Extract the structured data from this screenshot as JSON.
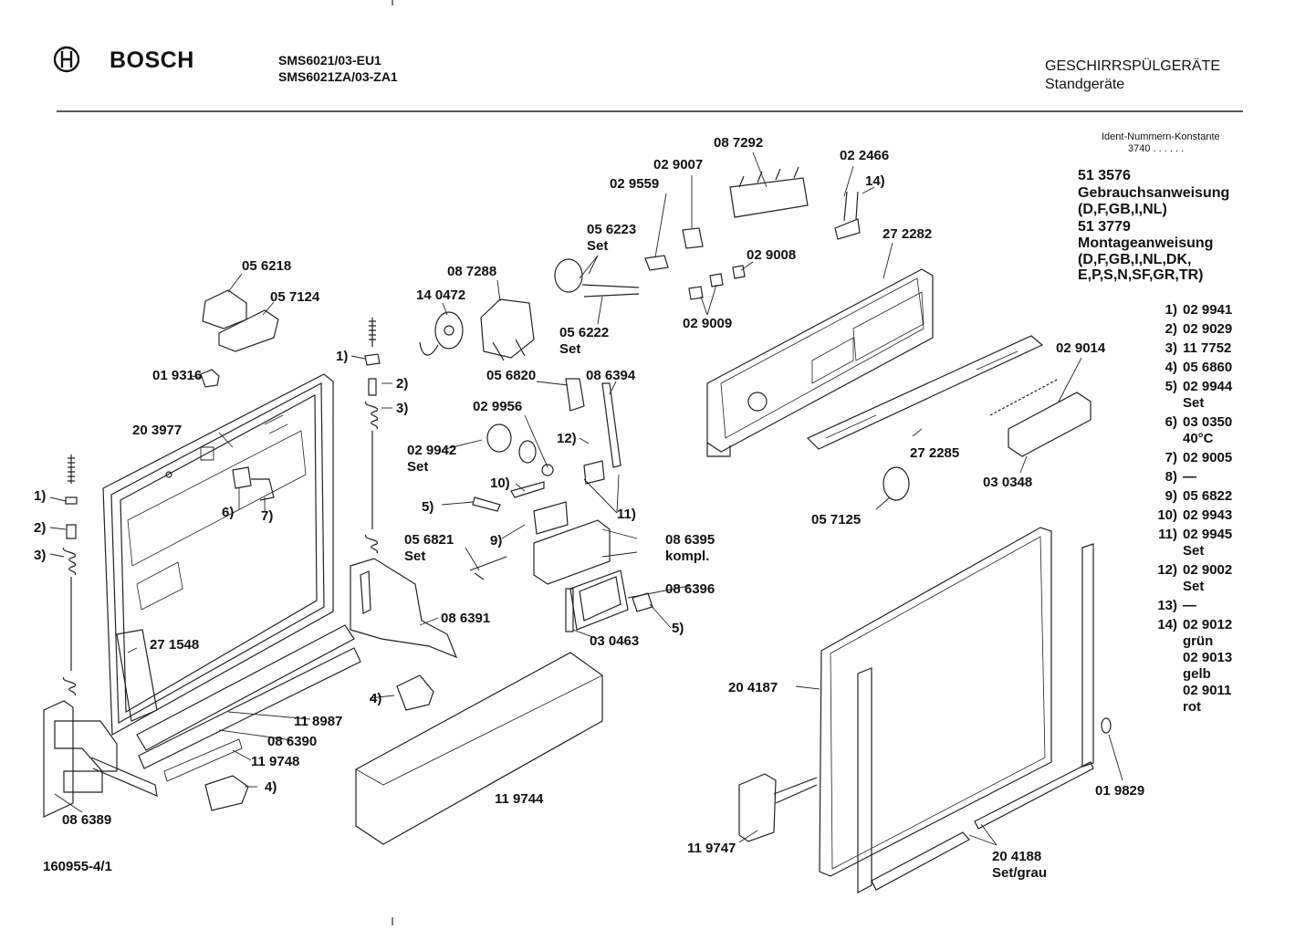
{
  "header": {
    "brand": "BOSCH",
    "models": [
      "SMS6021/03-EU1",
      "SMS6021ZA/03-ZA1"
    ],
    "category": "GESCHIRRSPÜLGERÄTE",
    "subcategory": "Standgeräte"
  },
  "ident": {
    "label": "Ident-Nummern-Konstante",
    "value": "3740  . .  . . . ."
  },
  "documents": [
    {
      "code": "51 3576",
      "title": "Gebrauchsanweisung",
      "langs": "(D,F,GB,I,NL)"
    },
    {
      "code": "51 3779",
      "title": "Montageanweisung",
      "langs": "(D,F,GB,I,NL,DK,",
      "langs2": "E,P,S,N,SF,GR,TR)"
    }
  ],
  "legend": [
    {
      "num": "1)",
      "lines": [
        "02 9941"
      ]
    },
    {
      "num": "2)",
      "lines": [
        "02 9029"
      ]
    },
    {
      "num": "3)",
      "lines": [
        "11 7752"
      ]
    },
    {
      "num": "4)",
      "lines": [
        "05 6860"
      ]
    },
    {
      "num": "5)",
      "lines": [
        "02 9944",
        "Set"
      ]
    },
    {
      "num": "6)",
      "lines": [
        "03 0350",
        "40°C"
      ]
    },
    {
      "num": "7)",
      "lines": [
        "02 9005"
      ]
    },
    {
      "num": "8)",
      "lines": [
        "—"
      ]
    },
    {
      "num": "9)",
      "lines": [
        "05 6822"
      ]
    },
    {
      "num": "10)",
      "lines": [
        "02 9943"
      ]
    },
    {
      "num": "11)",
      "lines": [
        "02 9945",
        "Set"
      ]
    },
    {
      "num": "12)",
      "lines": [
        "02 9002",
        "Set"
      ]
    },
    {
      "num": "13)",
      "lines": [
        "—"
      ]
    },
    {
      "num": "14)",
      "lines": [
        "02 9012",
        "grün",
        "02 9013",
        "gelb",
        "02 9011",
        "rot"
      ]
    }
  ],
  "footer": {
    "drawing_number": "160955-4/1"
  },
  "parts": {
    "p087292": "08 7292",
    "p022466": "02 2466",
    "p14": "14)",
    "p029007": "02 9007",
    "p029559": "02 9559",
    "p056223": "05 6223",
    "set": "Set",
    "p029008": "02 9008",
    "p272282": "27 2282",
    "p087288": "08 7288",
    "p056218": "05 6218",
    "p140472": "14 0472",
    "p057124": "05 7124",
    "p056222": "05 6222",
    "p029009": "02 9009",
    "p019316": "01 9316",
    "p1": "1)",
    "p2": "2)",
    "p3": "3)",
    "p056820": "05 6820",
    "p086394": "08 6394",
    "p029014": "02 9014",
    "p029956": "02 9956",
    "p203977": "20 3977",
    "p12": "12)",
    "p029942": "02 9942",
    "p272285": "27 2285",
    "p030348": "03 0348",
    "p10": "10)",
    "p6": "6)",
    "p7": "7)",
    "p5": "5)",
    "p11": "11)",
    "p9": "9)",
    "p057125": "05 7125",
    "p086395": "08 6395",
    "kompl": "kompl.",
    "p056821": "05 6821",
    "p086396": "08 6396",
    "p086391": "08 6391",
    "p271548": "27 1548",
    "p030463": "03 0463",
    "p4": "4)",
    "p204187": "20 4187",
    "p118987": "11 8987",
    "p086390": "08 6390",
    "p119748": "11 9748",
    "p119744": "11 9744",
    "p019829": "01 9829",
    "p086389": "08 6389",
    "p119747": "11 9747",
    "p204188": "20 4188",
    "setgrau": "Set/grau"
  }
}
